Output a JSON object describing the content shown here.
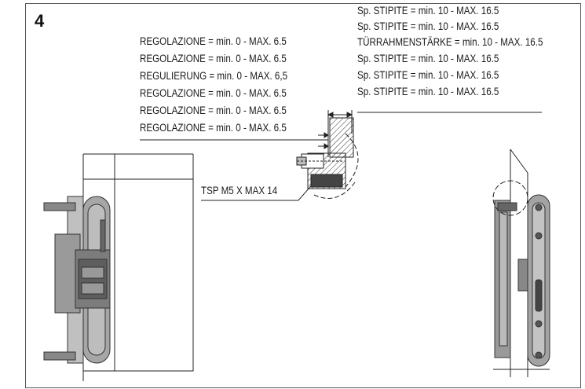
{
  "figure": {
    "number": "4",
    "screw_label": "TSP M5 X MAX 14"
  },
  "adjustment_labels": [
    "REGOLAZIONE = min. 0 - MAX. 6.5",
    "REGOLAZIONE = min. 0 - MAX. 6.5",
    "REGULIERUNG = min. 0 - MAX. 6,5",
    "REGOLAZIONE = min. 0 - MAX. 6.5",
    "REGOLAZIONE = min. 0 - MAX. 6.5",
    "REGOLAZIONE = min. 0 - MAX. 6.5"
  ],
  "jamb_labels": [
    "Sp. STIPITE = min. 10 - MAX. 16.5",
    "Sp. STIPITE = min. 10 - MAX. 16.5",
    "TÜRRAHMENSTÄRKE = min. 10 - MAX. 16.5",
    "Sp. STIPITE = min. 10 - MAX. 16.5",
    "Sp. STIPITE = min. 10 - MAX. 16.5",
    "Sp. STIPITE = min. 10 - MAX. 16.5"
  ],
  "colors": {
    "line": "#222222",
    "metal": "#9a9a9a",
    "metal_dark": "#6e6e6e",
    "metal_light": "#c8c8c8",
    "hatch": "#333333"
  }
}
